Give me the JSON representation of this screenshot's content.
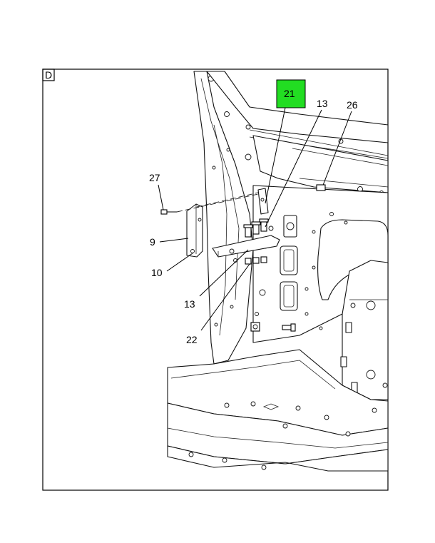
{
  "view_label": "D",
  "highlight_color": "#22dd22",
  "callouts": {
    "c21": "21",
    "c13_top": "13",
    "c26": "26",
    "c27": "27",
    "c9": "9",
    "c10": "10",
    "c13_bottom": "13",
    "c22": "22"
  }
}
